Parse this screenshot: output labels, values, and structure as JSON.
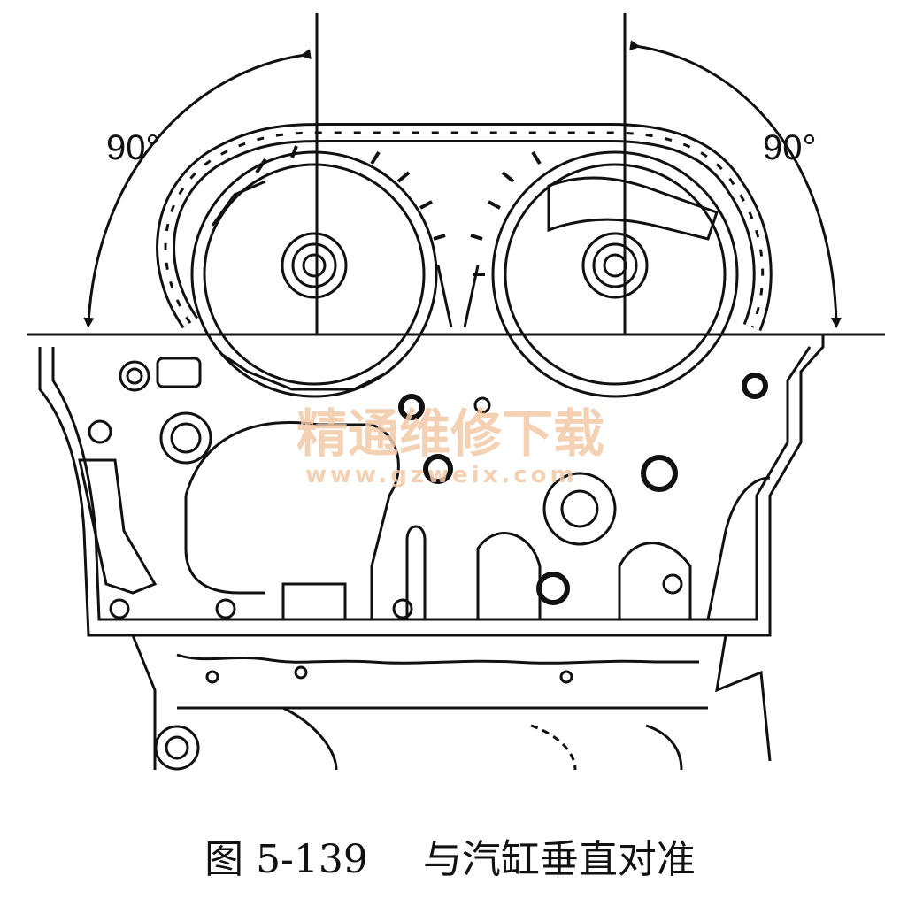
{
  "diagram": {
    "left_angle_label": "90°",
    "right_angle_label": "90°",
    "watermark_text": "精通维修下载",
    "watermark_url": "www.gzweix.com"
  },
  "caption": {
    "figure_number": "图 5-139",
    "title": "与汽缸垂直对准"
  },
  "colors": {
    "line": "#111111",
    "watermark": "#f4c9a8",
    "background": "#ffffff"
  }
}
